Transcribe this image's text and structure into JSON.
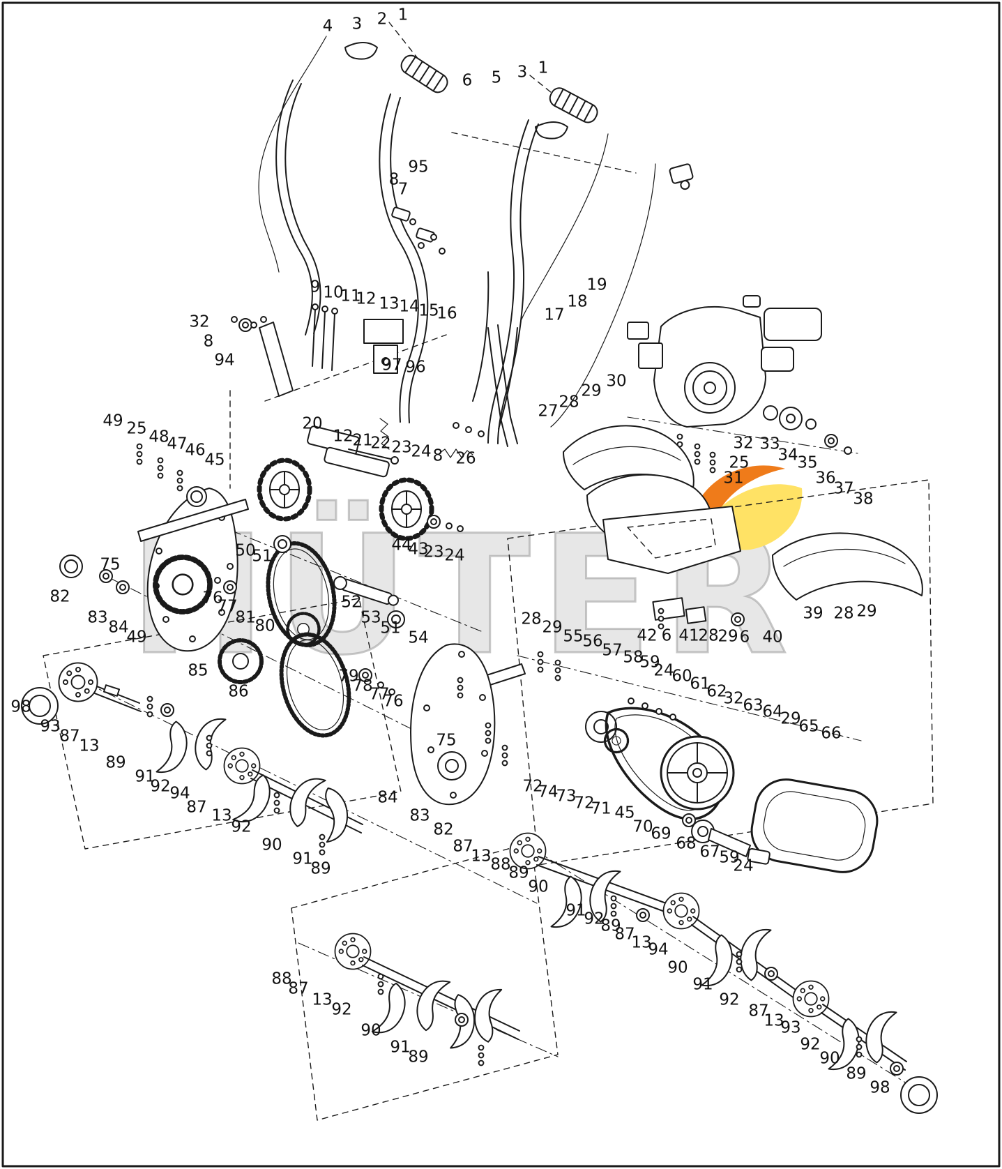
{
  "watermark": {
    "text": "HÜTER",
    "logo": {
      "orange": "#ef7b1a",
      "yellow": "#ffe265",
      "red": "#e23b24"
    }
  },
  "diagram": {
    "stroke": "#1a1a1a",
    "background": "#ffffff",
    "description": "Exploded parts diagram of a gasoline tiller / cultivator with numbered callouts"
  },
  "labels": [
    [
      "4",
      470,
      38
    ],
    [
      "3",
      512,
      35
    ],
    [
      "2",
      548,
      28
    ],
    [
      "1",
      578,
      22
    ],
    [
      "6",
      670,
      116
    ],
    [
      "5",
      712,
      112
    ],
    [
      "3",
      749,
      104
    ],
    [
      "1",
      779,
      98
    ],
    [
      "95",
      600,
      240
    ],
    [
      "8",
      565,
      258
    ],
    [
      "7",
      578,
      272
    ],
    [
      "9",
      452,
      412
    ],
    [
      "10",
      478,
      420
    ],
    [
      "11",
      503,
      425
    ],
    [
      "12",
      525,
      429
    ],
    [
      "13",
      558,
      436
    ],
    [
      "14",
      587,
      440
    ],
    [
      "15",
      615,
      446
    ],
    [
      "16",
      641,
      450
    ],
    [
      "17",
      795,
      452
    ],
    [
      "18",
      828,
      433
    ],
    [
      "19",
      856,
      409
    ],
    [
      "32",
      286,
      462
    ],
    [
      "8",
      299,
      490
    ],
    [
      "94",
      322,
      517
    ],
    [
      "97",
      562,
      524
    ],
    [
      "96",
      596,
      527
    ],
    [
      "30",
      884,
      547
    ],
    [
      "27",
      786,
      590
    ],
    [
      "28",
      816,
      577
    ],
    [
      "29",
      848,
      561
    ],
    [
      "20",
      448,
      608
    ],
    [
      "12",
      492,
      626
    ],
    [
      "21",
      520,
      632
    ],
    [
      "22",
      546,
      636
    ],
    [
      "23",
      576,
      642
    ],
    [
      "24",
      604,
      648
    ],
    [
      "8",
      628,
      654
    ],
    [
      "26",
      668,
      658
    ],
    [
      "49",
      162,
      604
    ],
    [
      "25",
      196,
      615
    ],
    [
      "48",
      228,
      627
    ],
    [
      "47",
      254,
      637
    ],
    [
      "46",
      280,
      646
    ],
    [
      "45",
      308,
      660
    ],
    [
      "32",
      1066,
      636
    ],
    [
      "25",
      1060,
      664
    ],
    [
      "31",
      1052,
      686
    ],
    [
      "33",
      1104,
      637
    ],
    [
      "34",
      1130,
      653
    ],
    [
      "35",
      1158,
      664
    ],
    [
      "36",
      1184,
      686
    ],
    [
      "37",
      1210,
      701
    ],
    [
      "38",
      1238,
      716
    ],
    [
      "44",
      576,
      782
    ],
    [
      "43",
      600,
      788
    ],
    [
      "23",
      622,
      792
    ],
    [
      "24",
      652,
      797
    ],
    [
      "50",
      352,
      790
    ],
    [
      "51",
      376,
      798
    ],
    [
      "82",
      86,
      856
    ],
    [
      "75",
      158,
      810
    ],
    [
      "83",
      140,
      886
    ],
    [
      "84",
      170,
      900
    ],
    [
      "49",
      196,
      914
    ],
    [
      "76",
      305,
      858
    ],
    [
      "77",
      326,
      870
    ],
    [
      "81",
      352,
      886
    ],
    [
      "80",
      380,
      898
    ],
    [
      "52",
      504,
      864
    ],
    [
      "53",
      532,
      886
    ],
    [
      "51",
      560,
      901
    ],
    [
      "54",
      600,
      915
    ],
    [
      "39",
      1166,
      880
    ],
    [
      "28",
      1210,
      880
    ],
    [
      "29",
      1243,
      877
    ],
    [
      "42",
      928,
      912
    ],
    [
      "6",
      956,
      912
    ],
    [
      "41",
      988,
      912
    ],
    [
      "28",
      1016,
      912
    ],
    [
      "29",
      1044,
      913
    ],
    [
      "6",
      1068,
      914
    ],
    [
      "40",
      1108,
      914
    ],
    [
      "28",
      762,
      888
    ],
    [
      "29",
      792,
      900
    ],
    [
      "55",
      822,
      913
    ],
    [
      "56",
      850,
      920
    ],
    [
      "57",
      878,
      933
    ],
    [
      "58",
      908,
      943
    ],
    [
      "59",
      932,
      950
    ],
    [
      "24",
      952,
      962
    ],
    [
      "60",
      978,
      970
    ],
    [
      "61",
      1004,
      981
    ],
    [
      "62",
      1028,
      992
    ],
    [
      "32",
      1052,
      1002
    ],
    [
      "63",
      1080,
      1012
    ],
    [
      "64",
      1108,
      1021
    ],
    [
      "29",
      1134,
      1031
    ],
    [
      "65",
      1160,
      1042
    ],
    [
      "66",
      1192,
      1052
    ],
    [
      "98",
      30,
      1014
    ],
    [
      "93",
      72,
      1042
    ],
    [
      "87",
      100,
      1056
    ],
    [
      "13",
      128,
      1070
    ],
    [
      "89",
      166,
      1094
    ],
    [
      "85",
      284,
      962
    ],
    [
      "86",
      342,
      992
    ],
    [
      "79",
      500,
      970
    ],
    [
      "78",
      520,
      984
    ],
    [
      "77",
      544,
      996
    ],
    [
      "76",
      564,
      1006
    ],
    [
      "75",
      640,
      1062
    ],
    [
      "91",
      208,
      1114
    ],
    [
      "92",
      230,
      1128
    ],
    [
      "94",
      258,
      1138
    ],
    [
      "87",
      282,
      1158
    ],
    [
      "13",
      318,
      1170
    ],
    [
      "92",
      346,
      1186
    ],
    [
      "90",
      390,
      1212
    ],
    [
      "91",
      434,
      1232
    ],
    [
      "89",
      460,
      1246
    ],
    [
      "84",
      556,
      1144
    ],
    [
      "83",
      602,
      1170
    ],
    [
      "82",
      636,
      1190
    ],
    [
      "72",
      764,
      1128
    ],
    [
      "74",
      786,
      1136
    ],
    [
      "73",
      812,
      1142
    ],
    [
      "72",
      838,
      1152
    ],
    [
      "71",
      862,
      1160
    ],
    [
      "45",
      896,
      1166
    ],
    [
      "70",
      922,
      1186
    ],
    [
      "69",
      948,
      1196
    ],
    [
      "68",
      984,
      1210
    ],
    [
      "67",
      1018,
      1222
    ],
    [
      "59",
      1046,
      1230
    ],
    [
      "24",
      1066,
      1242
    ],
    [
      "87",
      664,
      1214
    ],
    [
      "13",
      690,
      1228
    ],
    [
      "88",
      718,
      1240
    ],
    [
      "89",
      744,
      1252
    ],
    [
      "90",
      772,
      1272
    ],
    [
      "91",
      826,
      1306
    ],
    [
      "92",
      852,
      1318
    ],
    [
      "89",
      876,
      1328
    ],
    [
      "87",
      896,
      1340
    ],
    [
      "13",
      920,
      1352
    ],
    [
      "94",
      944,
      1362
    ],
    [
      "90",
      972,
      1388
    ],
    [
      "91",
      1008,
      1412
    ],
    [
      "92",
      1046,
      1434
    ],
    [
      "87",
      1088,
      1450
    ],
    [
      "13",
      1110,
      1464
    ],
    [
      "93",
      1134,
      1474
    ],
    [
      "92",
      1162,
      1498
    ],
    [
      "90",
      1190,
      1518
    ],
    [
      "89",
      1228,
      1540
    ],
    [
      "98",
      1262,
      1560
    ],
    [
      "88",
      404,
      1404
    ],
    [
      "87",
      428,
      1418
    ],
    [
      "13",
      462,
      1434
    ],
    [
      "92",
      490,
      1448
    ],
    [
      "90",
      532,
      1478
    ],
    [
      "91",
      574,
      1502
    ],
    [
      "89",
      600,
      1516
    ]
  ]
}
